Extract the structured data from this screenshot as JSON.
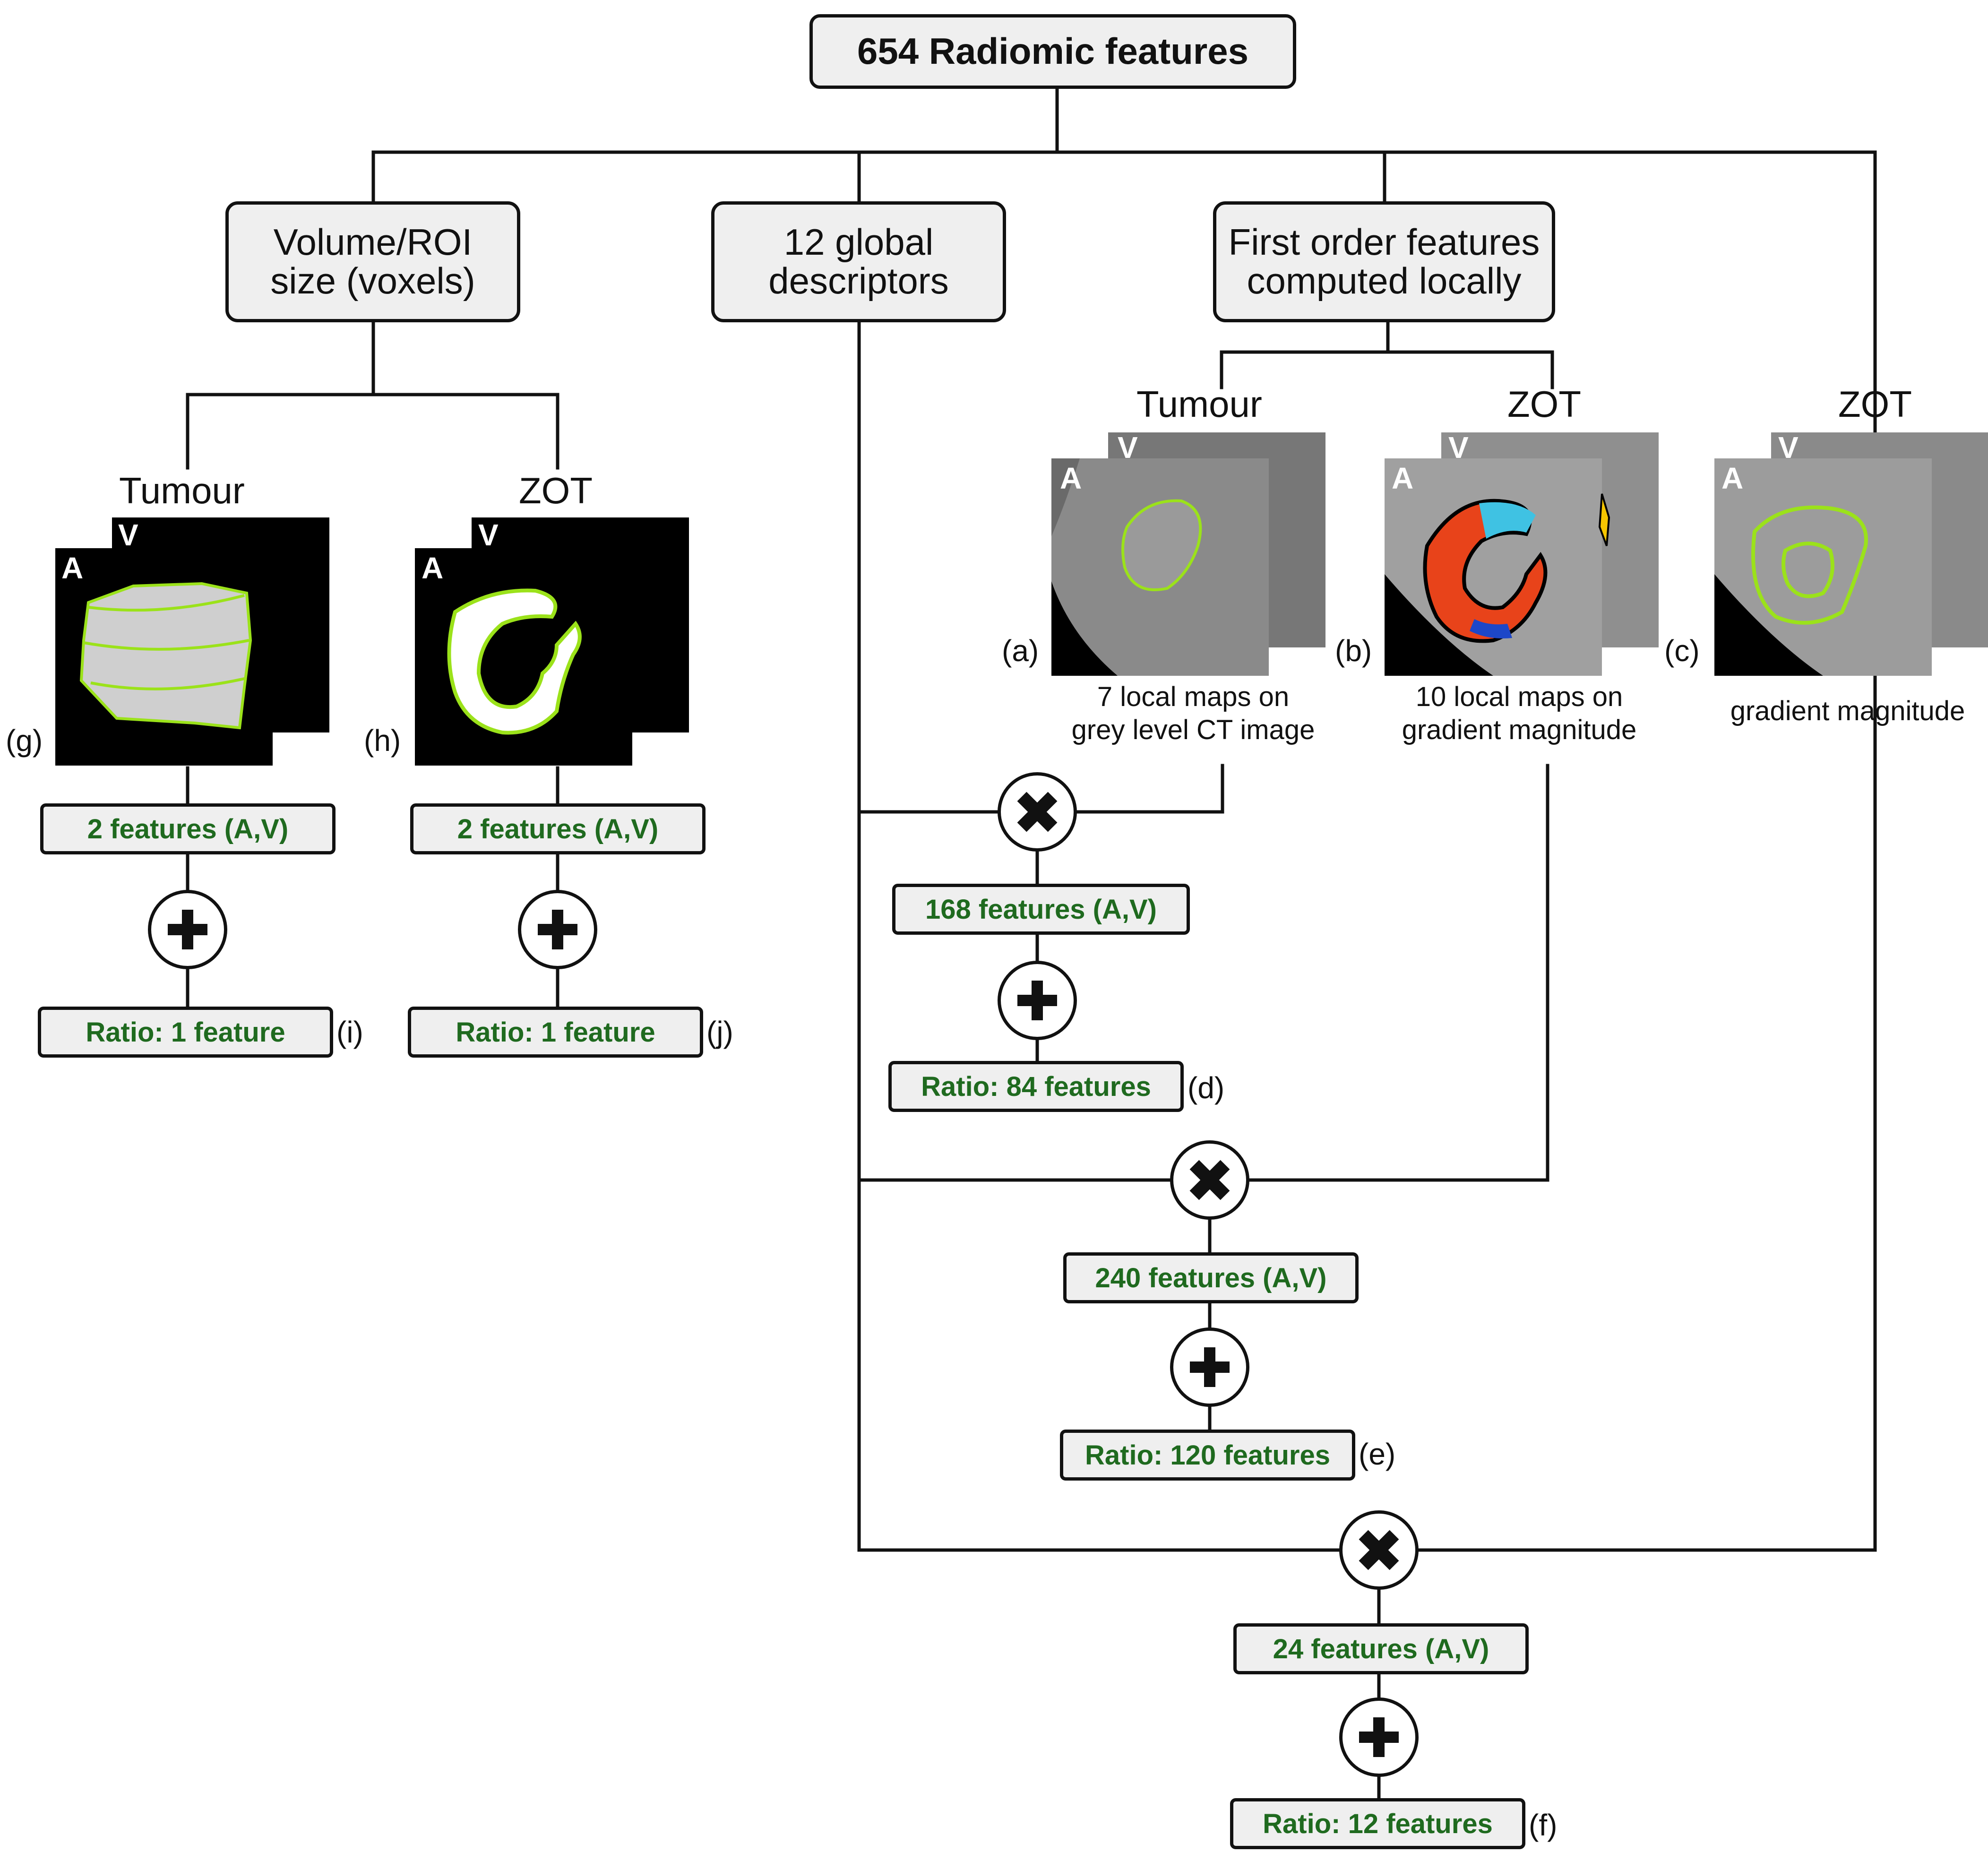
{
  "root": "654 Radiomic features",
  "categories": {
    "volume": "Volume/ROI\nsize (voxels)",
    "global": "12 global\ndescriptors",
    "first_order": "First order features\ncomputed locally"
  },
  "headings": {
    "vol_tumour": "Tumour",
    "vol_zot": "ZOT",
    "fo_tumour": "Tumour",
    "fo_zot": "ZOT",
    "grad_zot": "ZOT"
  },
  "image_tags": {
    "arterial": "A",
    "venous": "V"
  },
  "panels": {
    "a": "(a)",
    "b": "(b)",
    "c": "(c)",
    "d": "(d)",
    "e": "(e)",
    "f": "(f)",
    "g": "(g)",
    "h": "(h)",
    "i": "(i)",
    "j": "(j)"
  },
  "captions": {
    "a": "7 local maps on\ngrey level CT image",
    "b": "10 local maps on\ngradient magnitude",
    "c": "gradient magnitude"
  },
  "feature_boxes": {
    "g_features": "2 features (A,V)",
    "h_features": "2 features (A,V)",
    "i_ratio": "Ratio: 1 feature",
    "j_ratio": "Ratio: 1 feature",
    "a_features": "168 features (A,V)",
    "d_ratio": "Ratio: 84 features",
    "b_features": "240 features (A,V)",
    "e_ratio": "Ratio: 120 features",
    "c_features": "24 features (A,V)",
    "f_ratio": "Ratio: 12 features"
  },
  "operators": {
    "multiply": "multiply-icon",
    "plus": "plus-icon"
  },
  "colors": {
    "line": "#111111",
    "box_fill": "#efefef",
    "feature_text": "#1f6a1f",
    "contour": "#9be21a"
  }
}
